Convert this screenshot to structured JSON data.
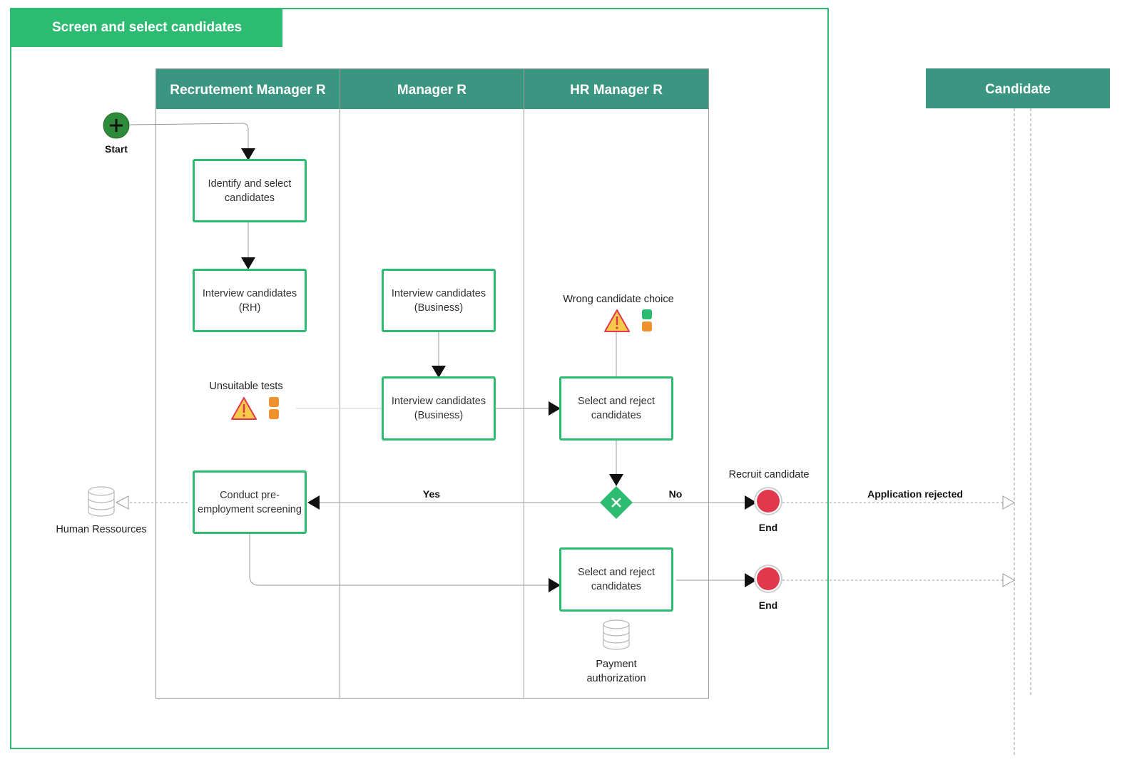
{
  "pool": {
    "title": "Screen and select candidates"
  },
  "lanes": [
    {
      "title": "Recrutement Manager R"
    },
    {
      "title": "Manager R"
    },
    {
      "title": "HR Manager R"
    }
  ],
  "external_lane": {
    "title": "Candidate"
  },
  "events": {
    "start": "Start",
    "end_1": "End",
    "end_2": "End"
  },
  "tasks": {
    "identify": "Identify and select candidates",
    "interview_rh": "Interview candidates (RH)",
    "interview_business_1": "Interview candidates (Business)",
    "interview_business_2": "Interview candidates (Business)",
    "select_reject_1": "Select and reject candidates",
    "screening": "Conduct pre-employment screening",
    "select_reject_2": "Select and reject candidates"
  },
  "risks": {
    "wrong_choice": "Wrong candidate choice",
    "unsuitable_tests": "Unsuitable tests"
  },
  "data_stores": {
    "human_resources": "Human Ressources",
    "payment": "Payment authorization"
  },
  "flow_labels": {
    "yes": "Yes",
    "no": "No",
    "recruit": "Recruit candidate",
    "rejected": "Application rejected"
  },
  "colors": {
    "pool_green": "#2dbb72",
    "lane_header": "#3a9680",
    "start_fill": "#2e8b3a",
    "end_fill": "#e0394e",
    "risk_orange": "#f0922b",
    "risk_green": "#2dbb72",
    "warning_fill": "#f7c948",
    "warning_stroke": "#e0394e"
  }
}
